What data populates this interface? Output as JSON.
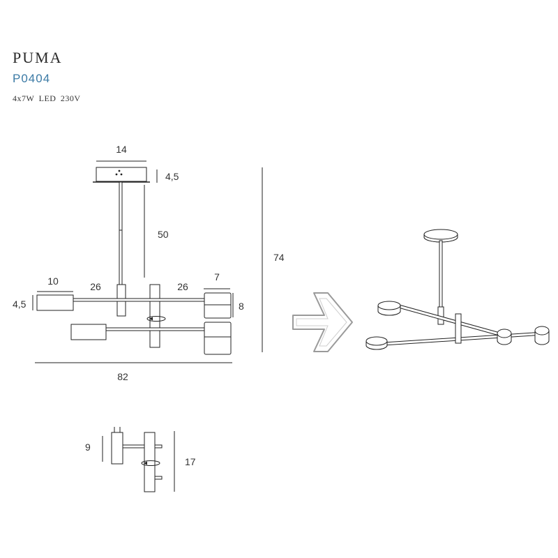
{
  "header": {
    "name": "PUMA",
    "code": "P0404",
    "spec": "4x7W  LED  230V"
  },
  "colors": {
    "accent": "#3b7aa5",
    "line": "#222222",
    "arrow": "#9a9a9a"
  },
  "dimensions": {
    "canopy_width": "14",
    "canopy_height": "4,5",
    "rod_length": "50",
    "total_height": "74",
    "head_width": "10",
    "head_height": "4,5",
    "arm_left": "26",
    "arm_right": "26",
    "shade_diameter": "7",
    "shade_height": "8",
    "total_width": "82",
    "side_height": "9",
    "side_total": "17"
  },
  "icons": {
    "direction_arrow": "right-arrow-icon",
    "rotation": "rotation-icon"
  }
}
